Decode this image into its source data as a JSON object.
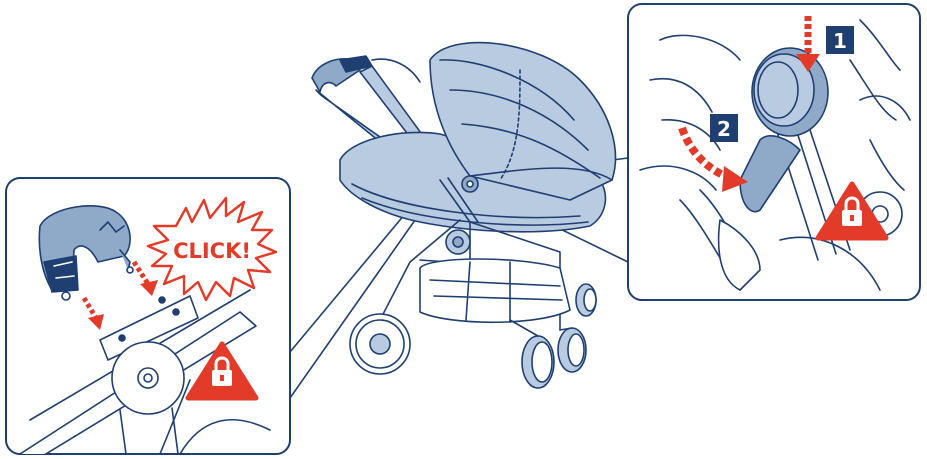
{
  "click_burst": {
    "label": "CLICK!"
  },
  "steps": [
    {
      "number": "1"
    },
    {
      "number": "2"
    }
  ],
  "colors": {
    "line": "#1f3f73",
    "fill_light": "#b9cbe0",
    "fill_mid": "#8fa9c9",
    "accent_red": "#e23b2a",
    "step_badge": "#1f3f73",
    "background": "#ffffff"
  },
  "icons": {
    "lock_warning": "lock-warning-triangle-icon",
    "arrow_down": "dashed-arrow-down-icon",
    "arrow_curved": "curved-dashed-arrow-icon",
    "click_burst": "click-starburst-icon"
  }
}
